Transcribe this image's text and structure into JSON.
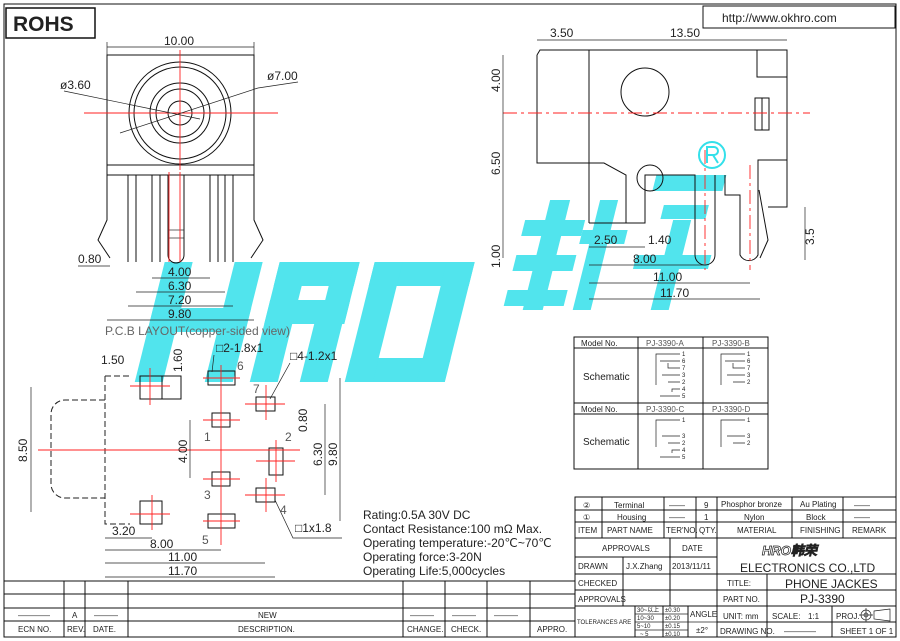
{
  "header": {
    "rohs": "ROHS",
    "url": "http://www.okhro.com"
  },
  "watermark": {
    "text": "HRO",
    "cn": "韩荣",
    "registered": "®"
  },
  "front_view": {
    "width": "10.00",
    "d_inner": "ø3.60",
    "d_outer": "ø7.00",
    "pin_w": "0.80",
    "d1": "4.00",
    "d2": "6.30",
    "d3": "7.20",
    "d4": "9.80"
  },
  "side_view": {
    "d_left": "3.50",
    "d_top": "13.50",
    "h1": "4.00",
    "h2": "6.50",
    "h3": "1.00",
    "d_250": "2.50",
    "d_140": "1.40",
    "d_800": "8.00",
    "d_1100": "11.00",
    "d_1170": "11.70",
    "pin_len": "3.5"
  },
  "pcb": {
    "title": "P.C.B LAYOUT(copper-sided view)",
    "pad_a": "□2-1.8x1",
    "pad_b": "□4-1.2x1",
    "pad_c": "□1x1.8",
    "d150": "1.50",
    "d160": "1.60",
    "d850": "8.50",
    "d400": "4.00",
    "d080": "0.80",
    "d630": "6.30",
    "d980": "9.80",
    "d320": "3.20",
    "d800": "8.00",
    "d1100": "11.00",
    "d1170": "11.70",
    "pins": [
      "1",
      "2",
      "3",
      "4",
      "5",
      "6",
      "7"
    ]
  },
  "ratings": [
    "Rating:0.5A 30V DC",
    "Contact Resistance:100 mΩ Max.",
    "Operating temperature:-20℃~70℃",
    "Operating force:3-20N",
    "Operating Life:5,000cycles"
  ],
  "schematic_table": {
    "model_label": "Model No.",
    "schematic_label": "Schematic",
    "models": [
      "PJ-3390-A",
      "PJ-3390-B",
      "PJ-3390-C",
      "PJ-3390-D"
    ],
    "pins_a": [
      "1",
      "6",
      "7",
      "3",
      "2",
      "4",
      "5"
    ],
    "pins_b": [
      "1",
      "6",
      "7",
      "3",
      "2"
    ],
    "pins_c": [
      "1",
      "3",
      "2",
      "4",
      "5"
    ],
    "pins_d": [
      "1",
      "3",
      "2"
    ]
  },
  "bom": {
    "rows": [
      {
        "item": "②",
        "name": "Terminal",
        "ter": "——",
        "qty": "9",
        "material": "Phosphor bronze",
        "finishing": "Au Plating",
        "remark": "——"
      },
      {
        "item": "①",
        "name": "Housing",
        "ter": "——",
        "qty": "1",
        "material": "Nylon",
        "finishing": "Block",
        "remark": "——"
      }
    ],
    "headers": [
      "ITEM",
      "PART NAME",
      "TER'NO.",
      "QTY.",
      "MATERIAL",
      "FINISHING",
      "REMARK"
    ]
  },
  "title_block": {
    "approvals": "APPROVALS",
    "date": "DATE",
    "drawn": "DRAWN",
    "drawn_by": "J.X.Zhang",
    "drawn_date": "2013/11/11",
    "checked": "CHECKED",
    "approvals2": "APPROVALS",
    "tolerances": "TOLERANCES ARE",
    "tol_ranges": [
      "30~以上",
      "10~30",
      "5~10",
      "~ 5"
    ],
    "tol_values": [
      "±0.30",
      "±0.20",
      "±0.15",
      "±0.10"
    ],
    "angle": "ANGLE",
    "angle_val": "±2°",
    "logo": "HRO韩荣",
    "company": "ELECTRONICS CO.,LTD",
    "title_label": "TITLE:",
    "title": "PHONE JACKES",
    "part_label": "PART NO.",
    "part_no": "PJ-3390",
    "unit": "UNIT: mm",
    "scale_label": "SCALE:",
    "scale": "1:1",
    "proj": "PROJ.",
    "drawing_no": "DRAWING NO.",
    "drawing_no_val": "————",
    "sheet": "SHEET  1 OF 1"
  },
  "revision": {
    "row": {
      "ecn": "————",
      "rev": "A",
      "date": "———",
      "desc": "NEW",
      "change": "———",
      "check": "———",
      "appro": "———"
    },
    "headers": [
      "ECN NO.",
      "REV.",
      "DATE.",
      "DESCRIPTION.",
      "CHANGE.",
      "CHECK.",
      "APPRO."
    ]
  }
}
